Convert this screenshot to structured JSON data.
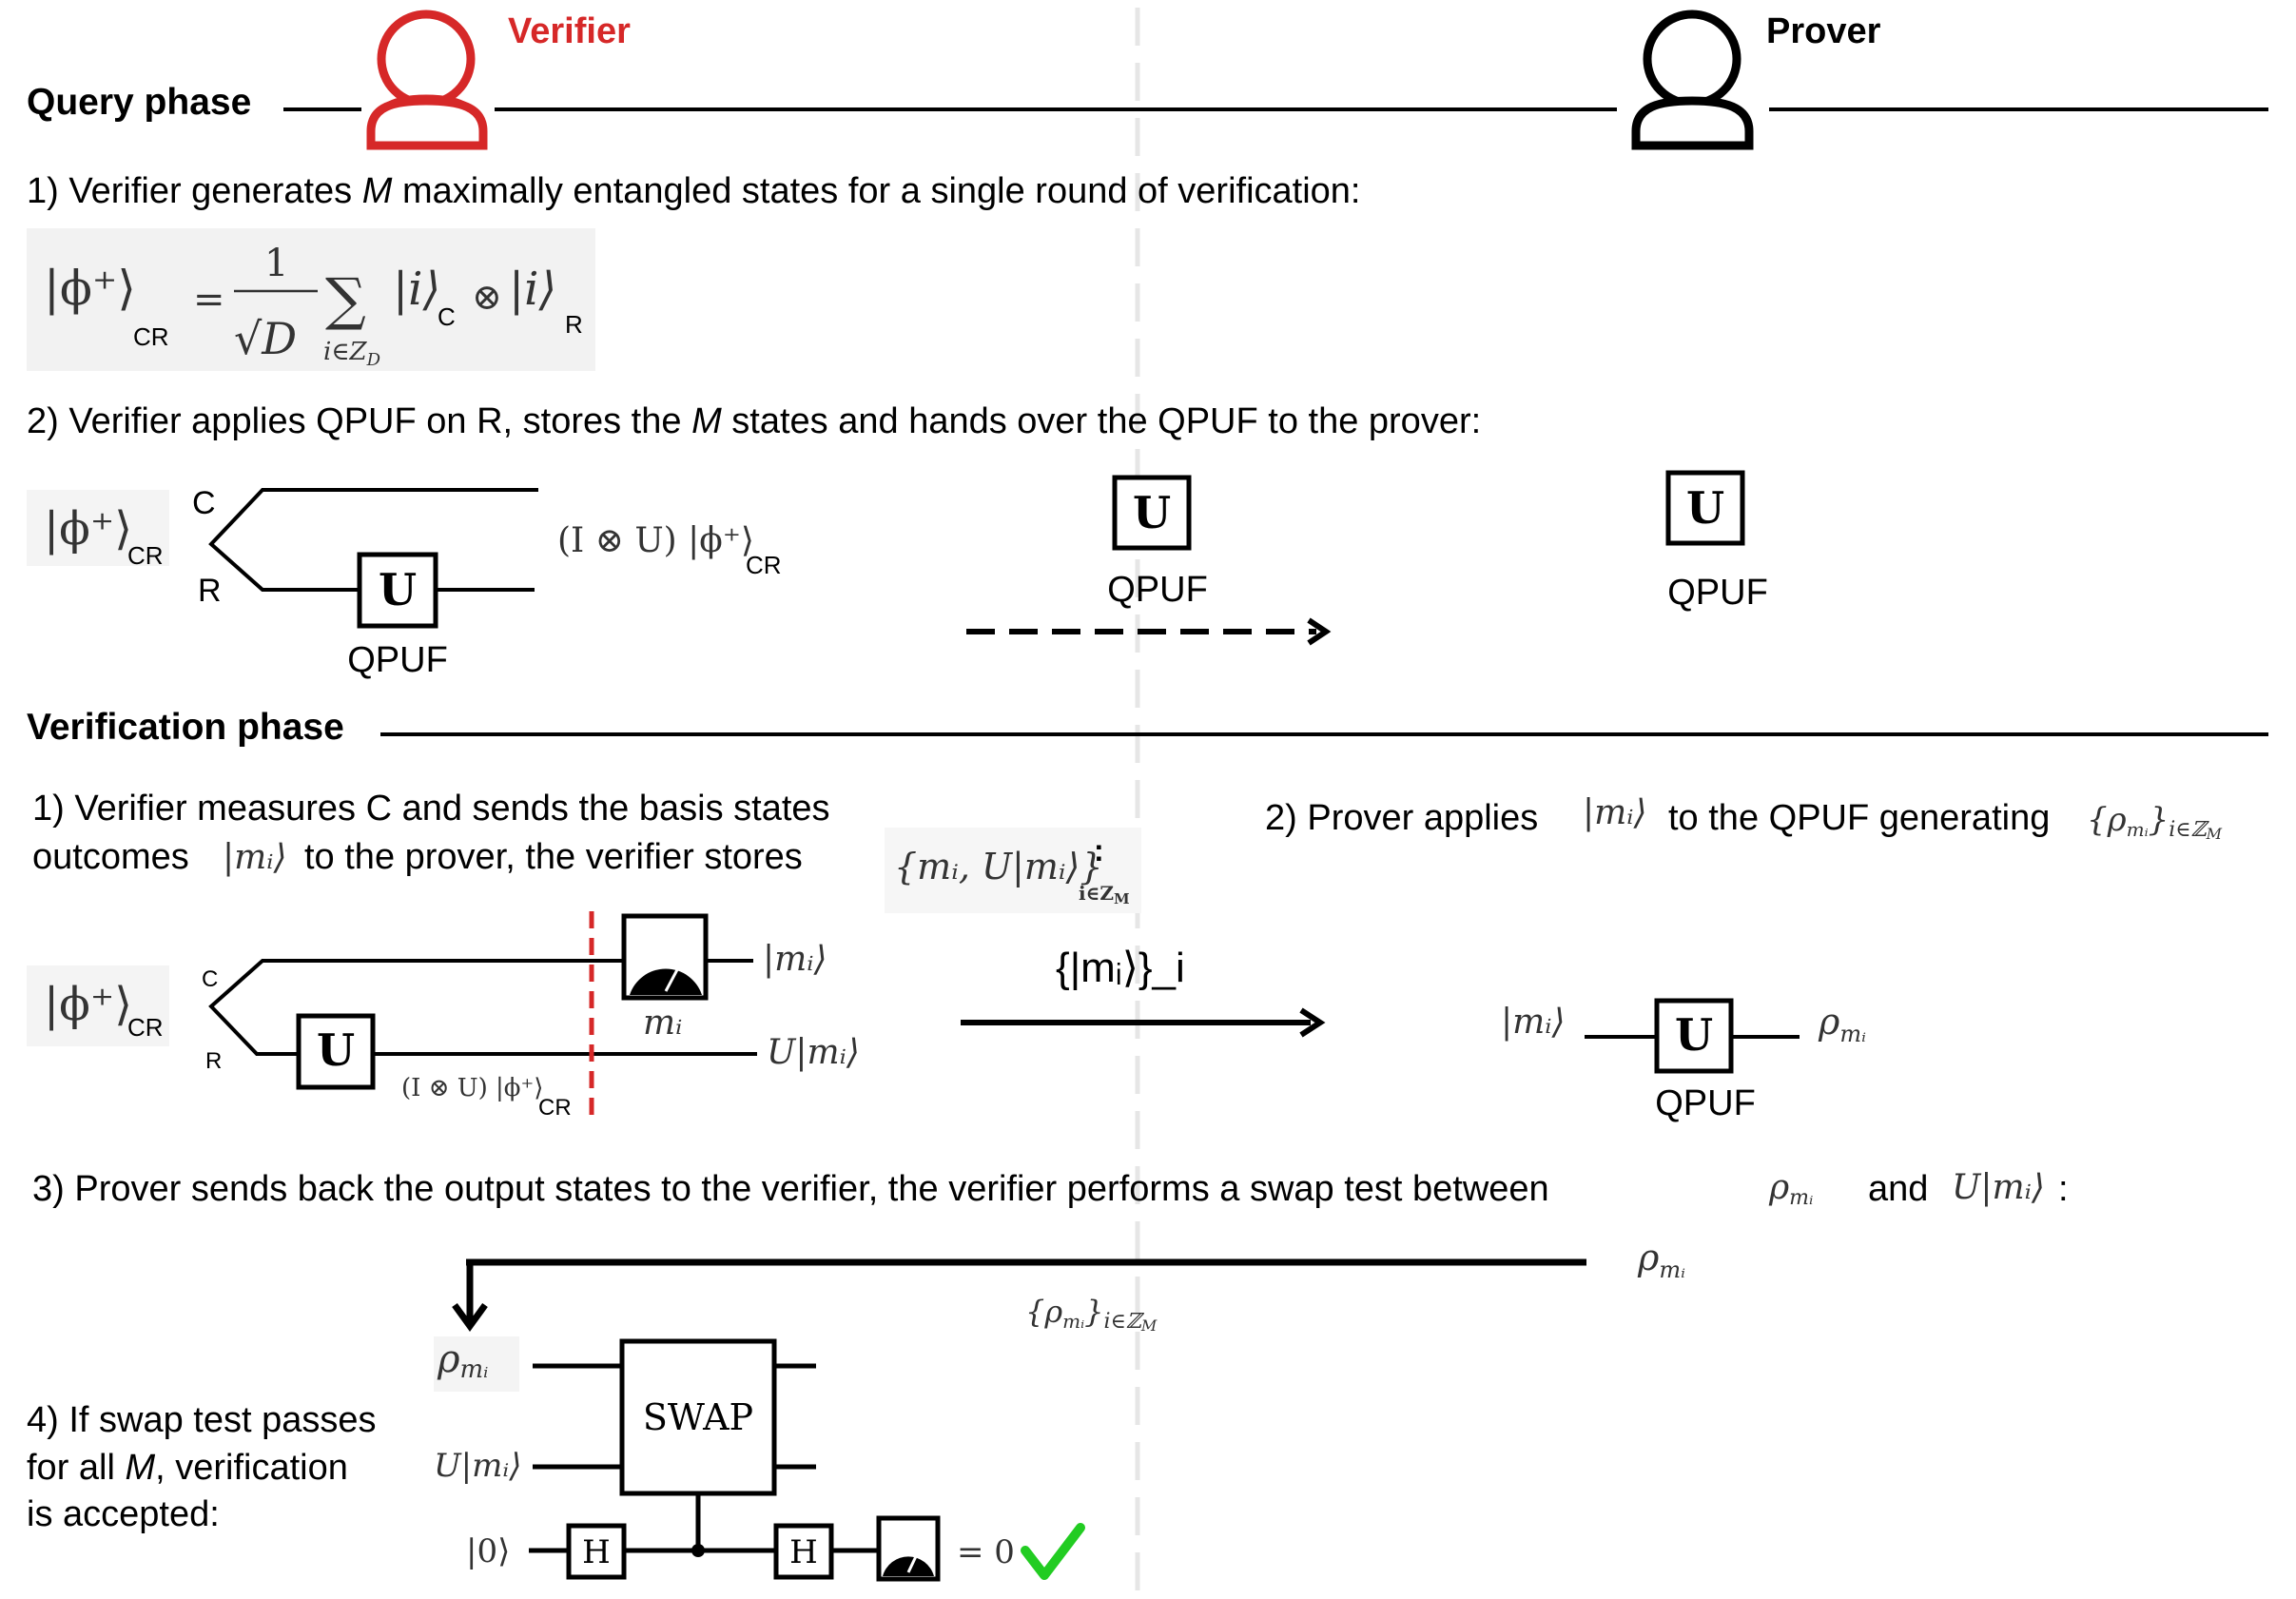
{
  "roles": {
    "verifier": "Verifier",
    "prover": "Prover",
    "verifier_color": "#d62828",
    "prover_color": "#000000"
  },
  "query": {
    "title": "Query phase",
    "step1": {
      "pre": "1) Verifier generates ",
      "var": "M",
      "post": " maximally entangled states for a single round of verification:"
    },
    "formula": {
      "ket_lhs": "|ϕ⁺⟩",
      "lhs_sub": "CR",
      "eq": "=",
      "num": "1",
      "den": "√D",
      "sum": "∑",
      "sum_index": "i∈Z",
      "sum_index_sub": "D",
      "ket_i": "|i⟩",
      "sub_c": "C",
      "tensor": "⊗",
      "ket_i2": "|i⟩",
      "sub_r": "R"
    },
    "step2": {
      "pre": "2) Verifier applies QPUF on R, stores the ",
      "var": "M",
      "post": " states and hands over the QPUF to the prover:"
    },
    "circuit": {
      "state": "|ϕ⁺⟩",
      "state_sub": "CR",
      "wire_c": "C",
      "wire_r": "R",
      "gate": "U",
      "gate_label": "QPUF",
      "output": "(I ⊗ U) |ϕ⁺⟩",
      "output_sub": "CR"
    },
    "transfer": {
      "gate": "U",
      "label": "QPUF"
    },
    "prover_qpuf": {
      "gate": "U",
      "label": "QPUF"
    }
  },
  "verification": {
    "title": "Verification phase",
    "step1": {
      "line1": "1) Verifier measures C and sends the basis states",
      "line2_a": "outcomes",
      "line2_ket": "|mᵢ⟩",
      "line2_b": "to the  prover, the verifier stores",
      "stored": "{mᵢ, U|mᵢ⟩}",
      "stored_sub": "i∈Z",
      "stored_sub2": "M",
      "colon": ":"
    },
    "step2": {
      "pre": "2) Prover applies",
      "ket": "|mᵢ⟩",
      "mid": "to the QPUF generating",
      "set": "{ρ",
      "set_sub": "mᵢ",
      "set_close": "}",
      "set_idx": "i∈ℤ",
      "set_idx2": "M"
    },
    "circuit": {
      "state": "|ϕ⁺⟩",
      "state_sub": "CR",
      "wire_c": "C",
      "wire_r": "R",
      "gate": "U",
      "meas_label": "mᵢ",
      "out_top": "|mᵢ⟩",
      "out_bottom": "U|mᵢ⟩",
      "mid_state": "(I ⊗ U) |ϕ⁺⟩",
      "mid_state_sub": "CR"
    },
    "send_label": "{|mᵢ⟩}_i",
    "prover_circuit": {
      "in": "|mᵢ⟩",
      "gate": "U",
      "out": "ρ",
      "out_sub": "mᵢ",
      "label": "QPUF"
    },
    "step3": {
      "pre": "3) Prover sends back the output states to the verifier, the verifier performs a swap test between",
      "rho": "ρ",
      "rho_sub": "mᵢ",
      "and": "and",
      "ket": "U|mᵢ⟩",
      "colon": ":"
    },
    "return": {
      "rho": "ρ",
      "rho_sub": "mᵢ",
      "set": "{ρ",
      "set_sub": "mᵢ",
      "set_close": "}",
      "set_idx": "i∈ℤ",
      "set_idx2": "M"
    },
    "step4": {
      "line1": "4) If swap test passes",
      "line2_pre": "for all ",
      "line2_var": "M",
      "line2_post": ", verification",
      "line3": "is accepted:"
    },
    "swap": {
      "in1": "ρ",
      "in1_sub": "mᵢ",
      "in2": "U|mᵢ⟩",
      "in3": "|0⟩",
      "gate": "SWAP",
      "h": "H",
      "result": "= 0",
      "check_color": "#22cc22"
    }
  }
}
